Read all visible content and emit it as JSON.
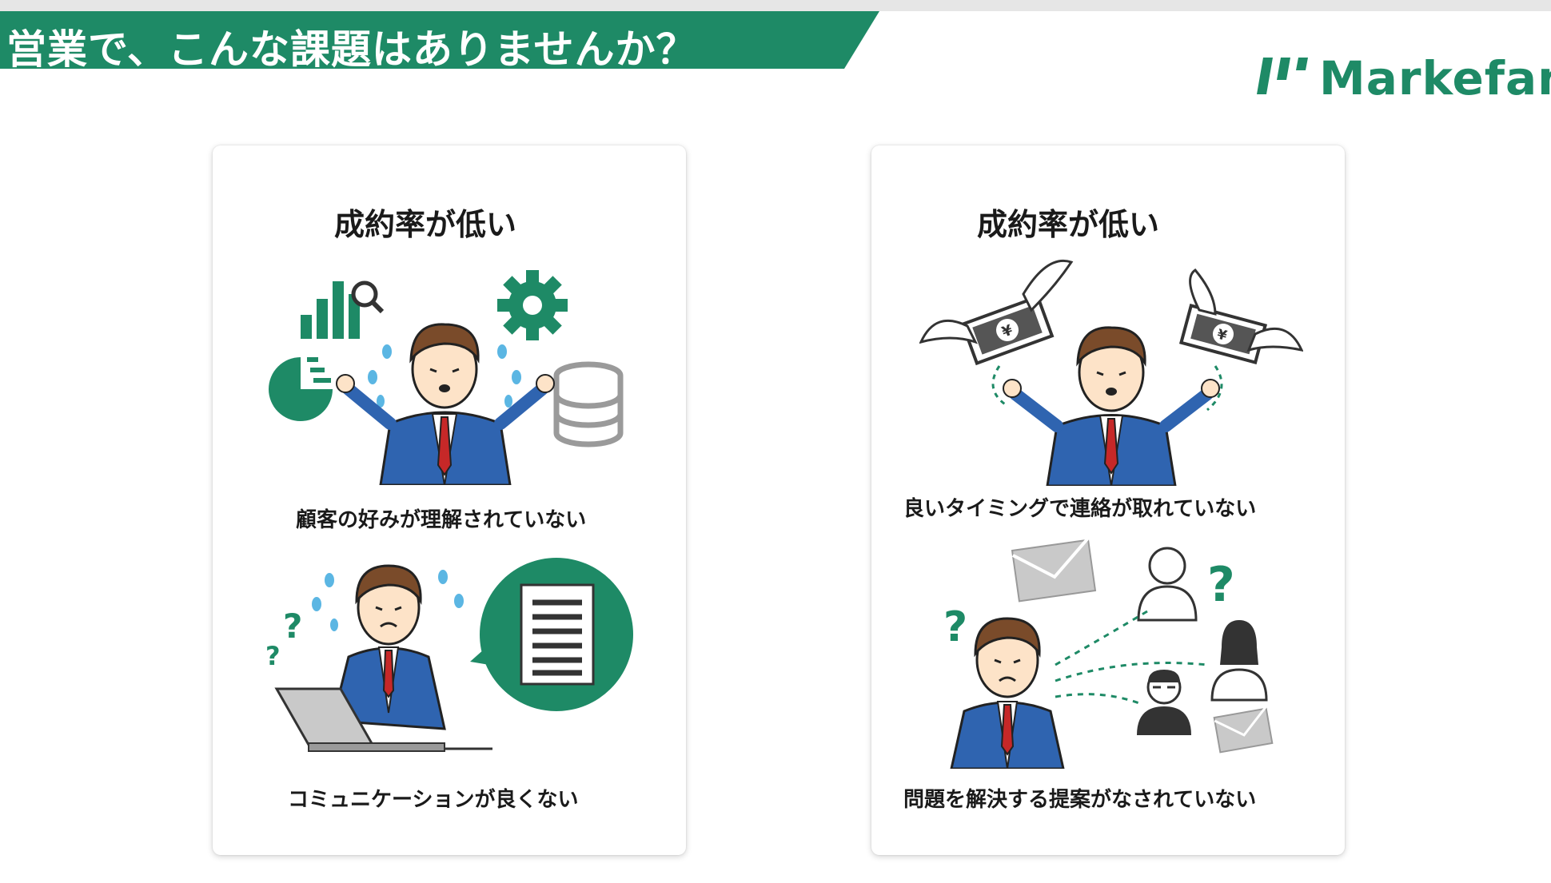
{
  "header": {
    "title": "営業で、こんな課題はありませんか？"
  },
  "logo": {
    "text": "Markefan"
  },
  "colors": {
    "brand": "#1e8a66",
    "suit": "#2f64b0",
    "tie": "#c62828"
  },
  "cards": [
    {
      "title": "成約率が低い",
      "items": [
        {
          "caption": "顧客の好みが理解されていない",
          "icon": "confused-salesman-data-icon"
        },
        {
          "caption": "コミュニケーションが良くない",
          "icon": "confused-salesman-laptop-icon"
        }
      ]
    },
    {
      "title": "成約率が低い",
      "items": [
        {
          "caption": "良いタイミングで連絡が取れていない",
          "icon": "salesman-flying-money-icon"
        },
        {
          "caption": "問題を解決する提案がなされていない",
          "icon": "salesman-contacts-icon"
        }
      ]
    }
  ]
}
